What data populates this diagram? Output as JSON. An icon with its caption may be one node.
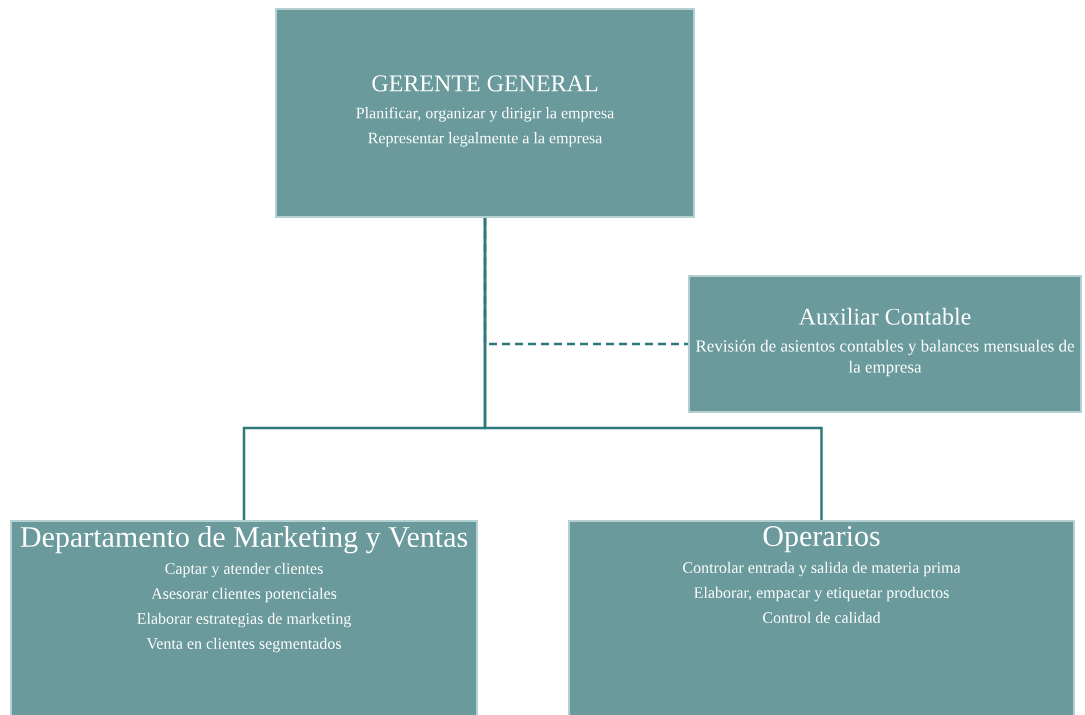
{
  "diagram": {
    "nodes": [
      {
        "text": [
          "GERENTE GENERAL",
          "Planificar, organizar y dirigir la empresa",
          "Representar legalmente a la empresa"
        ]
      },
      {
        "text": [
          "Auxiliar Contable",
          "Revisión de asientos contables y balances mensuales de la empresa"
        ]
      },
      {
        "text": [
          "Departamento de Marketing y Ventas",
          "Captar y atender clientes",
          "Asesorar clientes potenciales",
          "Elaborar estrategias de marketing",
          "Venta en clientes segmentados"
        ]
      },
      {
        "text": [
          "Operarios",
          "Controlar entrada y salida de materia prima",
          "Elaborar, empacar y etiquetar productos",
          "Control de calidad"
        ]
      }
    ],
    "edges": [
      {
        "from": 0,
        "to": 2,
        "arrow": "none"
      },
      {
        "from": 0,
        "to": 3,
        "arrow": "none"
      },
      {
        "from": 0,
        "to": 1,
        "arrow": "none",
        "style": "dashed"
      }
    ]
  }
}
